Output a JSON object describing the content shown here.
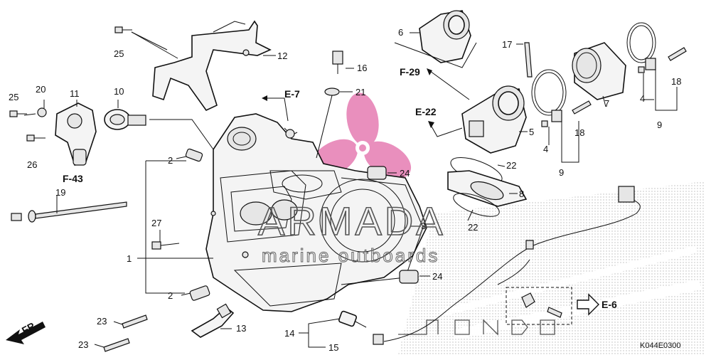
{
  "labels": {
    "n1": "1",
    "n2a": "2",
    "n2b": "2",
    "n3": "3",
    "n4a": "4",
    "n4b": "4",
    "n5": "5",
    "n6": "6",
    "n7": "7",
    "n8": "8",
    "n9a": "9",
    "n9b": "9",
    "n10": "10",
    "n11": "11",
    "n12": "12",
    "n13": "13",
    "n14": "14",
    "n15": "15",
    "n16": "16",
    "n17": "17",
    "n18a": "18",
    "n18b": "18",
    "n19": "19",
    "n20": "20",
    "n21": "21",
    "n22a": "22",
    "n22b": "22",
    "n23a": "23",
    "n23b": "23",
    "n24a": "24",
    "n24b": "24",
    "n25a": "25",
    "n25b": "25",
    "n26": "26",
    "n27": "27"
  },
  "refs": {
    "e7": "E-7",
    "e22": "E-22",
    "e6": "E-6",
    "f29": "F-29",
    "f43": "F-43",
    "fr": "FR."
  },
  "watermark": {
    "brand": "ARMADA",
    "tagline": "marine outboards"
  },
  "code": "K044E0300",
  "colors": {
    "accent": "#e26aa8",
    "ink": "#111111"
  }
}
